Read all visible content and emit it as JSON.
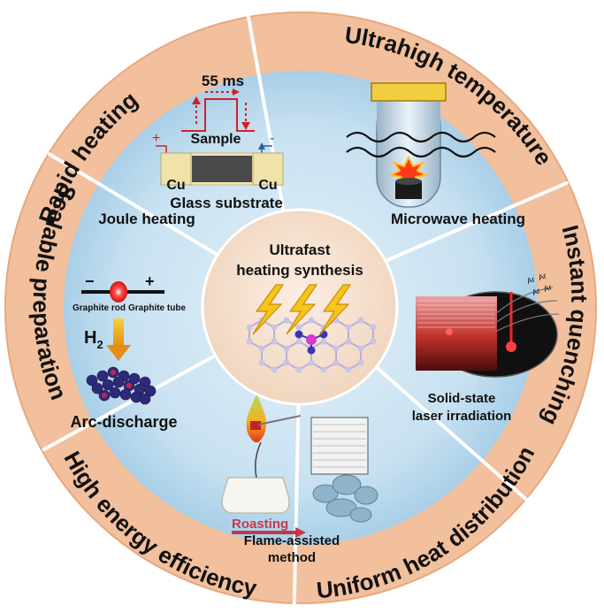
{
  "center": {
    "line1": "Ultrafast",
    "line2": "heating synthesis"
  },
  "ring_labels": {
    "rapid": "Rapid heating",
    "ultrahigh": "Ultrahigh temperature",
    "instant": "Instant quenching",
    "uniform": "Uniform heat distribution",
    "efficiency": "High energy efficiency",
    "scalable": "Scalable preparation"
  },
  "joule": {
    "pulse_time": "55 ms",
    "sample": "Sample",
    "plus": "+",
    "minus": "-",
    "cu_left": "Cu",
    "cu_right": "Cu",
    "substrate": "Glass substrate",
    "method": "Joule heating"
  },
  "microwave": {
    "method": "Microwave heating"
  },
  "laser": {
    "gas1": "Ar",
    "gas2": "Ar",
    "gas3": "Ar",
    "gas4": "Ar",
    "method_line1": "Solid-state",
    "method_line2": "laser irradiation"
  },
  "flame": {
    "arrow_label": "Roasting",
    "method_line1": "Flame-assisted",
    "method_line2": "method"
  },
  "arc": {
    "minus": "−",
    "plus": "+",
    "rod": "Graphite rod",
    "tube": "Graphite tube",
    "gas": "H",
    "gas_sub": "2",
    "method": "Arc-discharge"
  },
  "colors": {
    "ring": "#f2c09d",
    "disk": "#bfdcee",
    "center": "#f7e1cf",
    "ring_text": "#111111",
    "red": "#d42020",
    "bolt": "#f5c518"
  }
}
